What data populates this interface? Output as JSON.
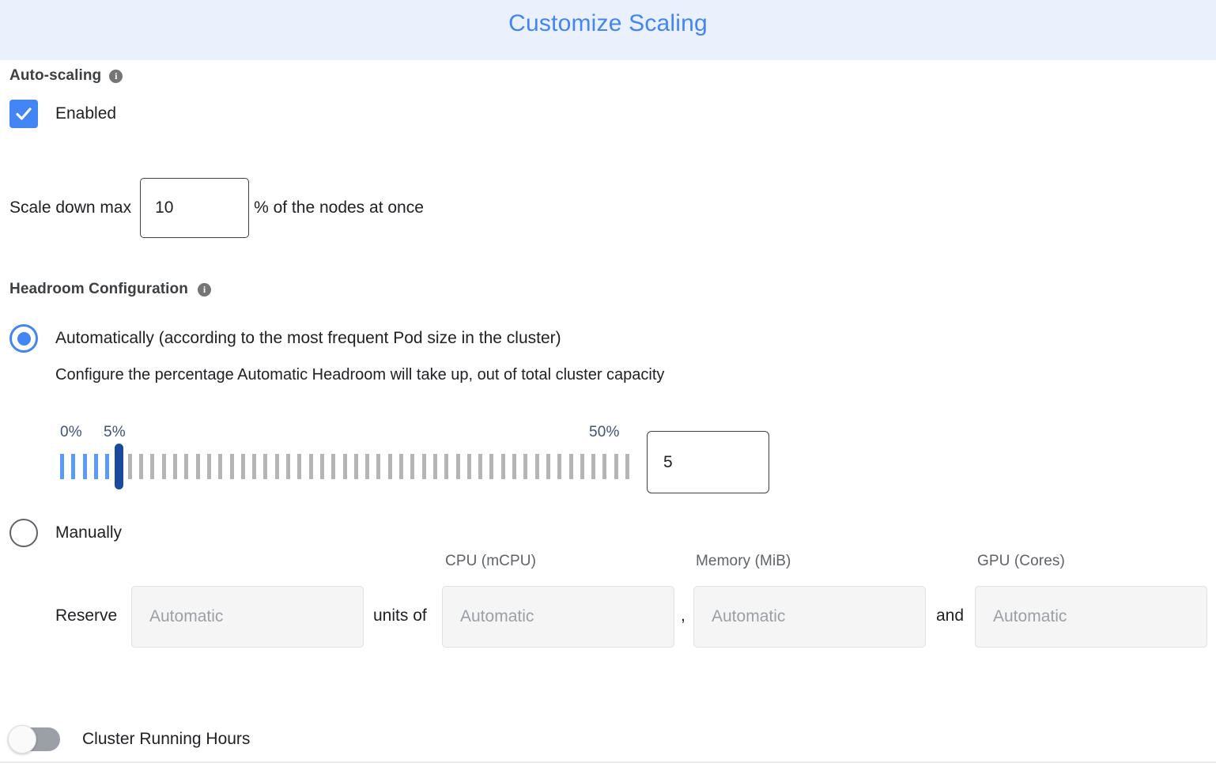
{
  "header": {
    "title": "Customize Scaling"
  },
  "autoscaling": {
    "label": "Auto-scaling",
    "info_icon": "info-icon",
    "enabled_label": "Enabled",
    "enabled_checked": true,
    "scale_down": {
      "prefix_label": "Scale down max",
      "value": "10",
      "suffix_label": "% of the nodes at once"
    }
  },
  "headroom": {
    "label": "Headroom Configuration",
    "info_icon": "info-icon",
    "mode": "automatic",
    "automatic": {
      "radio_label": "Automatically (according to the most frequent Pod size in the cluster)",
      "description": "Configure the percentage Automatic Headroom will take up, out of total cluster capacity",
      "slider": {
        "min_label": "0%",
        "current_label": "5%",
        "max_label": "50%",
        "min": 0,
        "max": 50,
        "value": 5,
        "tick_count": 51,
        "filled_color": "#5b9bf8",
        "empty_color": "#b5b5b5",
        "thumb_color": "#1a4a9c"
      },
      "value_input": "5"
    },
    "manual": {
      "radio_label": "Manually",
      "reserve_label": "Reserve",
      "units_of_label": "units of",
      "comma_label": ",",
      "and_label": "and",
      "columns": [
        {
          "header": "",
          "placeholder": "Automatic",
          "value": ""
        },
        {
          "header": "CPU (mCPU)",
          "placeholder": "Automatic",
          "value": ""
        },
        {
          "header": "Memory (MiB)",
          "placeholder": "Automatic",
          "value": ""
        },
        {
          "header": "GPU (Cores)",
          "placeholder": "Automatic",
          "value": ""
        }
      ]
    }
  },
  "cluster_running_hours": {
    "label": "Cluster Running Hours",
    "enabled": false
  },
  "colors": {
    "header_bg": "#eaf1fd",
    "header_text": "#4285f4",
    "accent": "#4285f4",
    "muted_text": "#5f6368",
    "slider_label": "#3f5277"
  }
}
